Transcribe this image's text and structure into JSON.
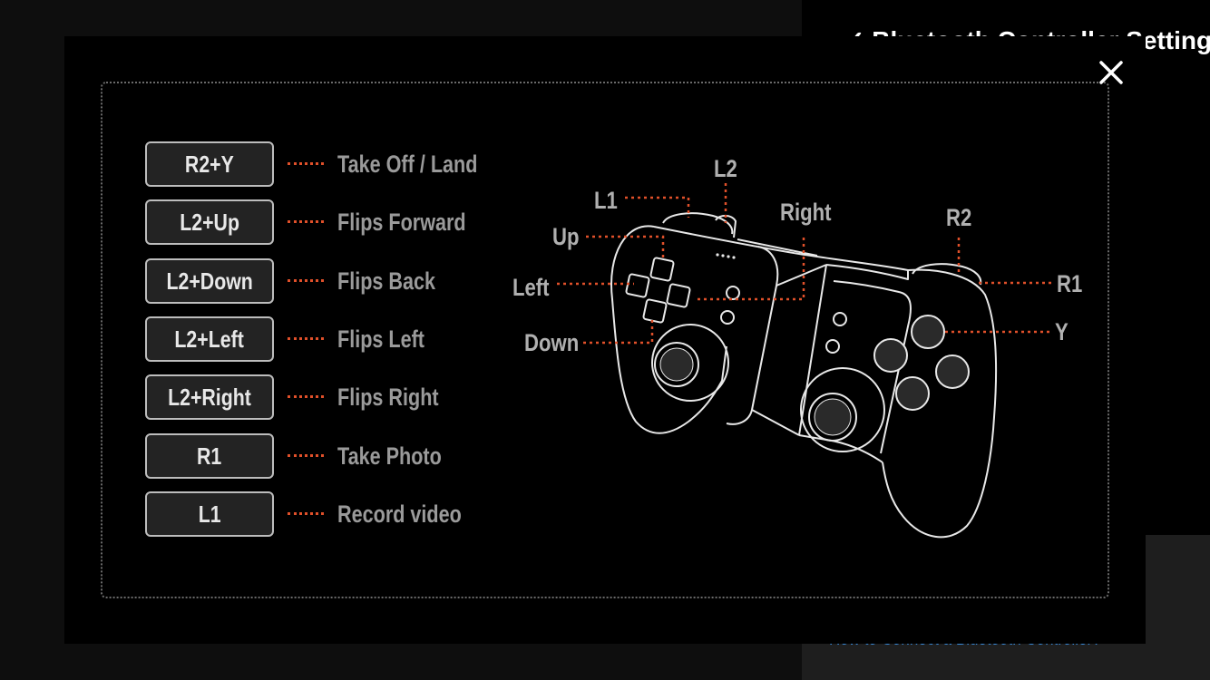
{
  "background": {
    "title": "✓ Bluetooth Controller Settings",
    "link": "How to Connect a Bluetooth Controller?"
  },
  "modal": {
    "close_icon": "close-icon",
    "mappings": [
      {
        "key": "R2+Y",
        "action": "Take Off / Land"
      },
      {
        "key": "L2+Up",
        "action": "Flips Forward"
      },
      {
        "key": "L2+Down",
        "action": "Flips Back"
      },
      {
        "key": "L2+Left",
        "action": "Flips Left"
      },
      {
        "key": "L2+Right",
        "action": "Flips Right"
      },
      {
        "key": "R1",
        "action": "Take Photo"
      },
      {
        "key": "L1",
        "action": "Record video"
      }
    ],
    "controller_labels": {
      "l1": "L1",
      "l2": "L2",
      "up": "Up",
      "left": "Left",
      "down": "Down",
      "right": "Right",
      "r2": "R2",
      "r1": "R1",
      "y": "Y"
    }
  },
  "colors": {
    "accent": "#e0502a",
    "key_border": "#bdbdbd",
    "action_text": "#9a9a9a",
    "link": "#3a8dde"
  }
}
